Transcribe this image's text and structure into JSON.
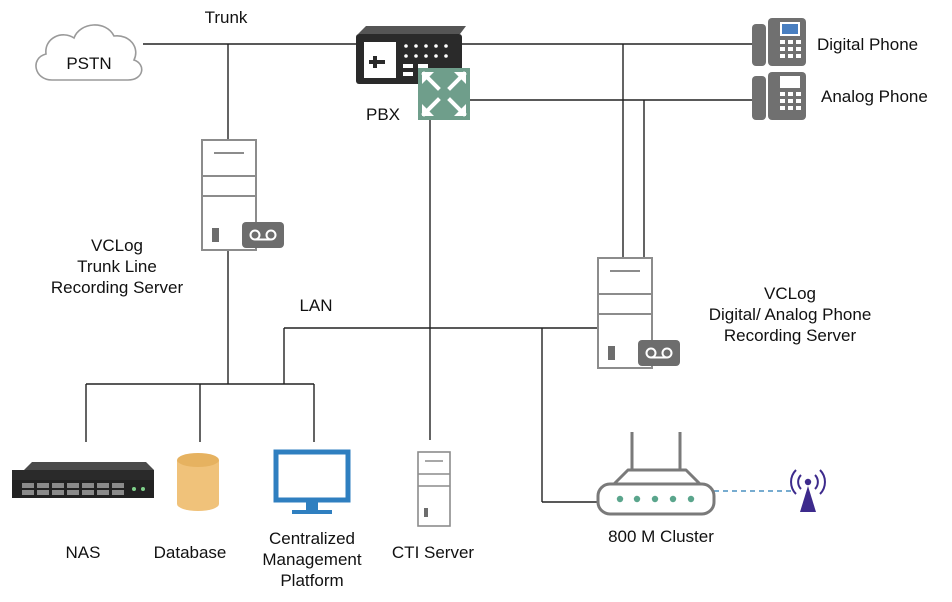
{
  "labels": {
    "pstn": "PSTN",
    "trunk": "Trunk",
    "pbx": "PBX",
    "digital_phone": "Digital Phone",
    "analog_phone": "Analog Phone",
    "trunk_server_line1": "VCLog",
    "trunk_server_line2": "Trunk Line",
    "trunk_server_line3": "Recording Server",
    "lan": "LAN",
    "phone_server_line1": "VCLog",
    "phone_server_line2": "Digital/ Analog Phone",
    "phone_server_line3": "Recording Server",
    "nas": "NAS",
    "database": "Database",
    "cmp_line1": "Centralized",
    "cmp_line2": "Management",
    "cmp_line3": "Platform",
    "cti_server": "CTI Server",
    "cluster": "800 M Cluster"
  },
  "colors": {
    "line": "#222222",
    "cloud_stroke": "#9a9a9a",
    "server_stroke": "#8c8c8c",
    "recorder_fill": "#6d6d6d",
    "pbx_body": "#2a2a2a",
    "switch_green": "#6f9e8b",
    "phone_gray": "#707070",
    "phone_screen": "#4a7fc0",
    "db_fill": "#f0c27a",
    "monitor_blue": "#2f7fc0",
    "router_gray": "#7a7a7a",
    "router_led": "#5aa58c",
    "antenna_purple": "#3d2a8c",
    "wireless_dash": "#4a90c0"
  },
  "icons": {
    "pstn": "cloud-icon",
    "pbx": "pbx-device-icon",
    "switch": "network-switch-icon",
    "phone": "desk-phone-icon",
    "server": "server-tower-icon",
    "recorder": "voicemail-icon",
    "nas": "rack-nas-icon",
    "database": "database-cylinder-icon",
    "monitor": "monitor-icon",
    "router": "wireless-router-icon",
    "antenna": "radio-antenna-icon"
  }
}
